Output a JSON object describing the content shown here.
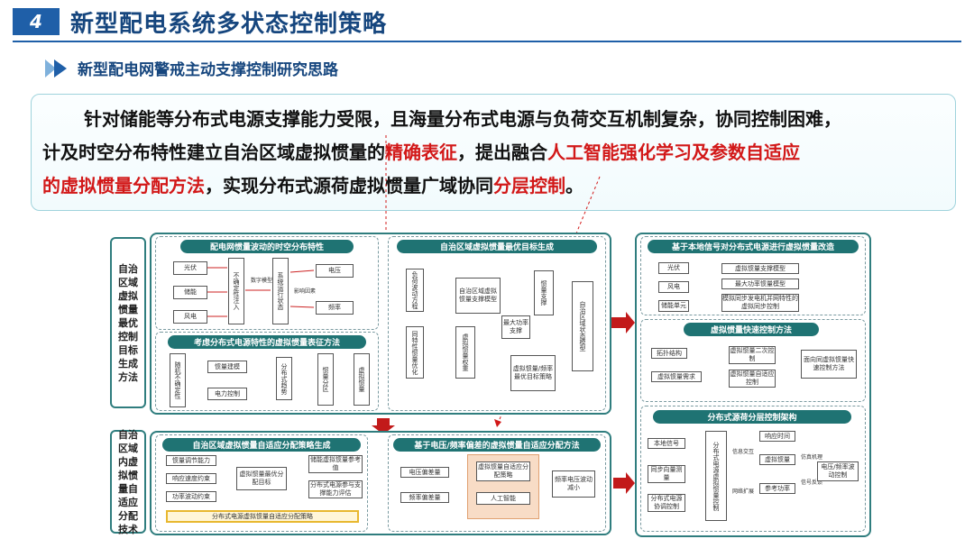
{
  "header": {
    "badge": "4",
    "title": "新型配电系统多状态控制策略",
    "subtitle": "新型配电网警戒主动支撑控制研究思路"
  },
  "intro": {
    "line1": "针对储能等分布式电源支撑能力受限，且海量分布式电源与负荷交互机制复杂，协同控制困难，",
    "line2_a": "计及时空分布特性建立自治区域虚拟惯量的",
    "line2_b": "精确表征",
    "line2_c": "，提出融合",
    "line2_d": "人工智能强化学习及参数自适应",
    "line3_a": "的虚拟惯量分配方法",
    "line3_b": "，实现分布式源荷虚拟惯量广域协同",
    "line3_c": "分层控制",
    "line3_d": "。"
  },
  "side_labels": {
    "top": "自治区域虚拟惯量最优控制目标生成方法",
    "bottom": "自治区域内虚拟惯量自适应分配技术"
  },
  "p1": {
    "bar1": "配电网惯量波动的时空分布特性",
    "b_guangfu": "光伏",
    "b_chuneng": "储能",
    "b_fengdian": "风电",
    "b_random": "不确定性注入",
    "b_lbl1": "数字模型",
    "b_sysstate": "系统运行状态",
    "b_dianya": "电压",
    "b_pinlv": "频率",
    "b_lbl2": "影响因素",
    "bar2": "考虑分布式电源特性的虚拟惯量表征方法",
    "b_rand2": "随机不确定性",
    "b_inertia_model": "惯量建模",
    "b_power_ctrl": "电力控制",
    "b_dist_trend": "分布式趋势",
    "b_zone": "惯量分区",
    "b_eval": "虚拟惯量",
    "bar3": "自治区域虚拟惯量最优目标生成",
    "b_loadfluct": "负荷波动方程",
    "b_region_model": "自治区域虚拟惯量支撑模型",
    "b_support": "惯量支撑",
    "b_max": "最大功率支撑",
    "b_opt_small": "同特性惯量优化",
    "b_weight": "虚拟惯量权重",
    "b_objective": "虚拟惯量/频率最优目标策略",
    "b_region_state": "自治区域状态模型"
  },
  "p2": {
    "bar1": "基于本地信号对分布式电源进行虚拟惯量改造",
    "b_guangfu": "光伏",
    "b_fengdian": "风电",
    "b_chuneng": "储能单元",
    "b_m1": "虚拟惯量支撑模型",
    "b_m2": "最大功率惯量模型",
    "b_m3": "模拟同步发电机并网特性的虚拟同步控制",
    "bar2": "虚拟惯量快速控制方法",
    "b_topo": "拓扑结构",
    "b_power": "虚拟惯量需求",
    "b_ctrl1": "虚拟惯量二次控制",
    "b_ctrl2": "虚拟惯量自适应控制",
    "b_result": "面向同虚拟惯量快速控制方法",
    "bar3": "分布式源荷分层控制架构",
    "b_local": "本地信号",
    "b_wide": "同步向量测量",
    "b_dispatch": "分布式电源协调控制",
    "b_center": "分布式电源虚拟惯量控制",
    "b_tx": "信息交互",
    "b_ext": "网络扩展",
    "b_vi": "虚拟惯量",
    "b_ref": "参考功率",
    "b_resp": "响应时间",
    "b_freq": "电压/频率波动控制",
    "b_sim": "仿真机理",
    "b_fb": "信号反馈"
  },
  "p3": {
    "bar1": "自治区域虚拟惯量自适应分配策略生成",
    "b_a1": "惯量调节能力",
    "b_a2": "响应速度约束",
    "b_a3": "功率波动约束",
    "b_center": "虚拟惯量最优分配目标",
    "b_r1": "储能虚拟惯量参考值",
    "b_r2": "分布式电源参与支撑能力评估",
    "b_bottom": "分布式电源虚拟惯量自适应分配策略",
    "bar2": "基于电压/频率偏差的虚拟惯量自适应分配方法",
    "b_l1": "电压偏差量",
    "b_l2": "频率偏差量",
    "b_mid1": "虚拟惯量自适应分配策略",
    "b_mid2": "人工智能",
    "b_out": "频率电压波动减小"
  },
  "colors": {
    "accent": "#1f5fa8",
    "teal": "#2f7d7e",
    "red": "#d21818"
  }
}
